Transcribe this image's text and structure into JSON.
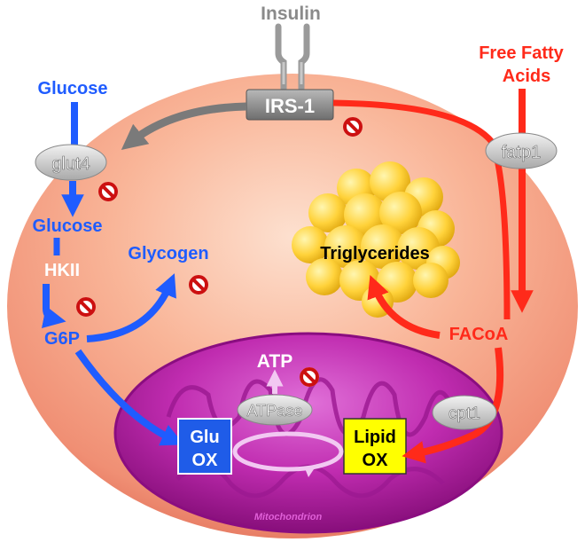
{
  "labels": {
    "insulin": "Insulin",
    "irs1": "IRS-1",
    "free_fatty_acids_line1": "Free Fatty",
    "free_fatty_acids_line2": "Acids",
    "fatp1": "fatp1",
    "glucose_outside": "Glucose",
    "glut4": "glut4",
    "glucose_inside": "Glucose",
    "hkii": "HKII",
    "glycogen": "Glycogen",
    "g6p": "G6P",
    "triglycerides": "Triglycerides",
    "facoa": "FACoA",
    "atp": "ATP",
    "atpase": "ATPase",
    "cpt1": "cpt1",
    "glu_ox_line1": "Glu",
    "glu_ox_line2": "OX",
    "lipid_ox_line1": "Lipid",
    "lipid_ox_line2": "OX",
    "mitochondrion": "Mitochondrion"
  },
  "colors": {
    "glucose_pathway": "#1f5cff",
    "fatty_acid_pathway": "#ff2a1a",
    "insulin_signal": "#7a7a7a",
    "atp_arrow": "#f2c8f2",
    "cell_fill": "#f7a98c",
    "mitochondrion_fill": "#b0209e",
    "glu_ox_box": "#1f5ce8",
    "lipid_ox_box": "#ffff00",
    "triglyceride_droplets": "#ffd23a",
    "inhibition_symbol": "#cc1010"
  },
  "icons": {
    "inhibition": "no-entry-icon",
    "insulin_receptor": "receptor-icon",
    "cycle": "cycle-arrow-icon"
  }
}
